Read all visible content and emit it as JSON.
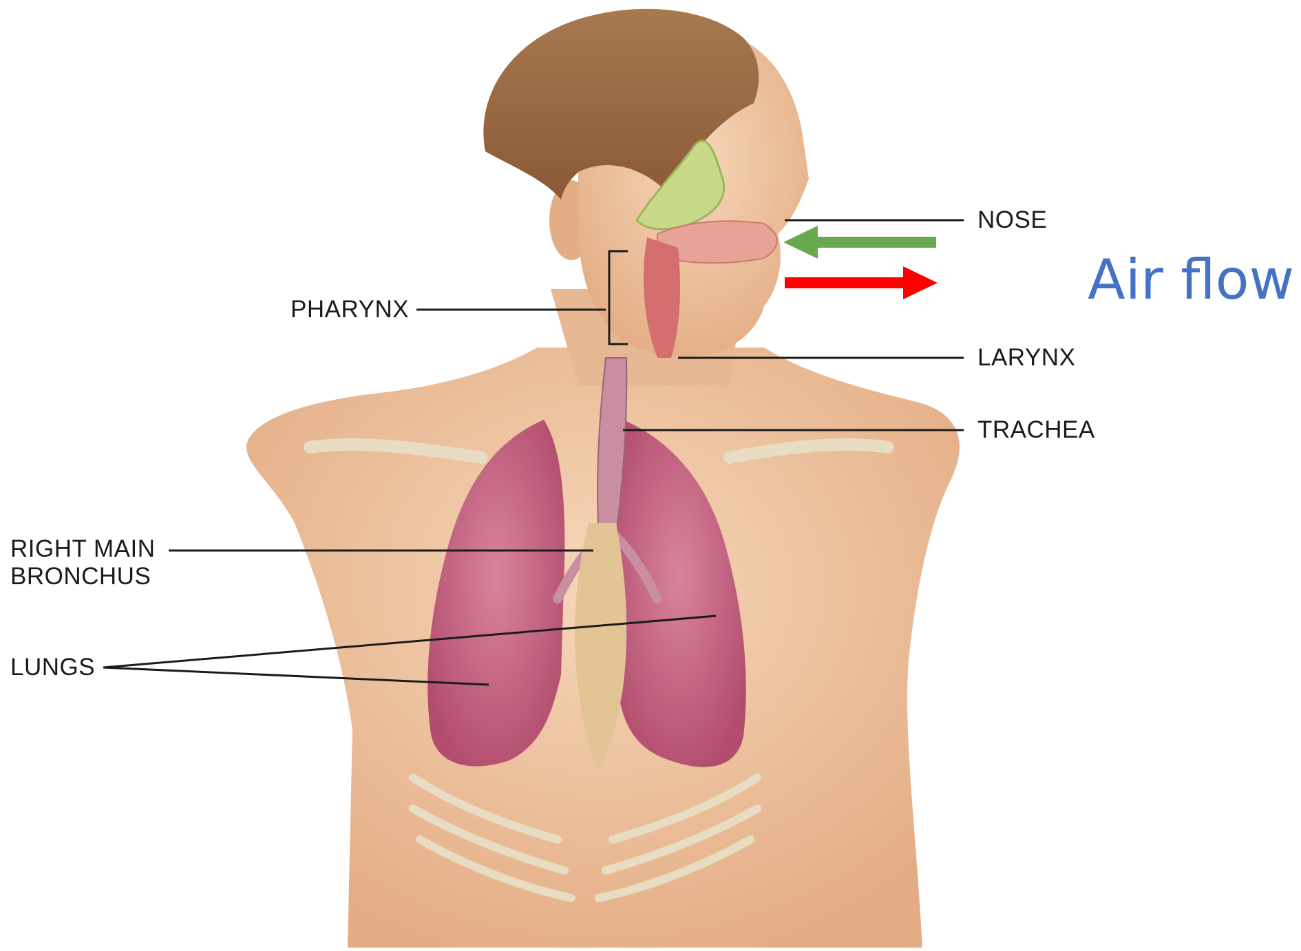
{
  "labels": {
    "nose": "NOSE",
    "pharynx": "PHARYNX",
    "larynx": "LARYNX",
    "trachea": "TRACHEA",
    "right_main_bronchus_line1": "RIGHT MAIN",
    "right_main_bronchus_line2": "BRONCHUS",
    "lungs": "LUNGS"
  },
  "airflow": {
    "label": "Air flow",
    "label_color": "#4472c4",
    "inhale_arrow_color": "#6aa84f",
    "exhale_arrow_color": "#ff0000"
  },
  "colors": {
    "skin": "#f0c9a6",
    "hair": "#9a6a47",
    "lung": "#c76482",
    "trachea": "#c98ea0",
    "sinus": "#c9d98a",
    "bone": "#e8dcc2"
  }
}
